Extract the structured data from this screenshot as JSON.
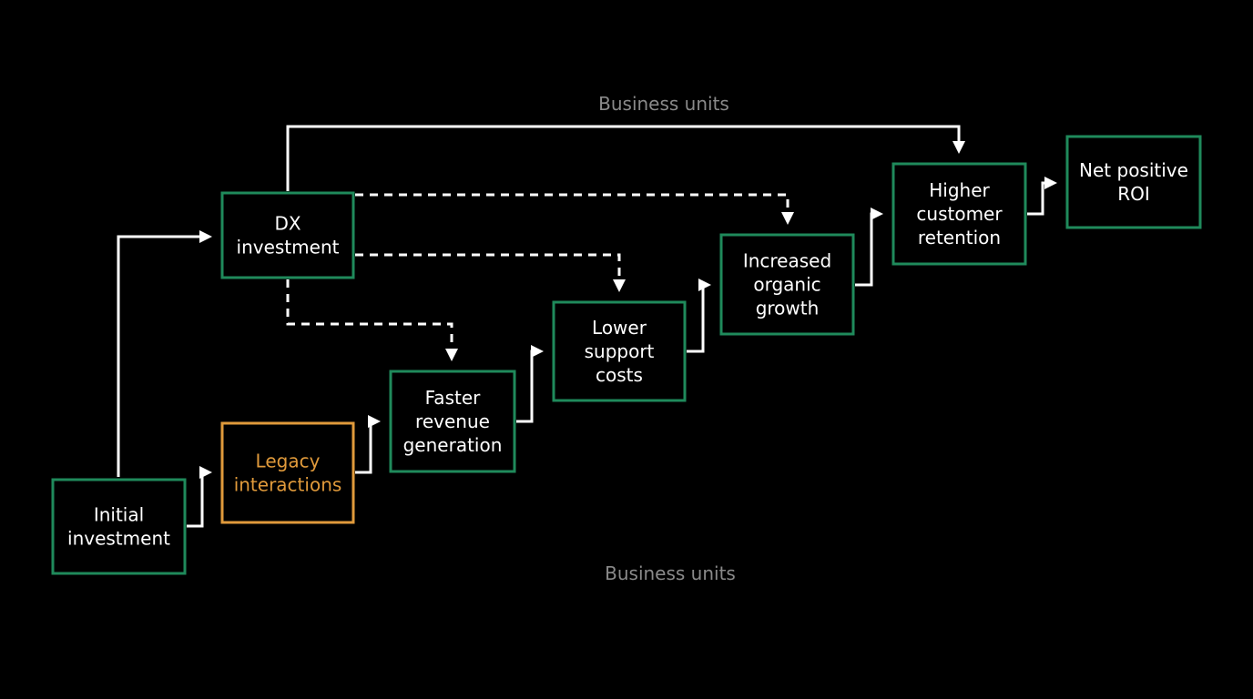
{
  "colors": {
    "background": "#000000",
    "box_border_primary": "#1f8a5b",
    "box_border_legacy": "#e09a3b",
    "text_primary": "#ffffff",
    "text_legacy": "#e09a3b",
    "band_label": "#8a8a8a",
    "connector": "#ffffff"
  },
  "band_labels": {
    "top": "Business units",
    "bottom": "Business units"
  },
  "nodes": [
    {
      "id": "initial",
      "lines": [
        "Initial",
        "investment"
      ],
      "variant": "primary"
    },
    {
      "id": "dx",
      "lines": [
        "DX",
        "investment"
      ],
      "variant": "primary"
    },
    {
      "id": "legacy",
      "lines": [
        "Legacy",
        "interactions"
      ],
      "variant": "legacy"
    },
    {
      "id": "revenue",
      "lines": [
        "Faster",
        "revenue",
        "generation"
      ],
      "variant": "primary"
    },
    {
      "id": "support",
      "lines": [
        "Lower",
        "support",
        "costs"
      ],
      "variant": "primary"
    },
    {
      "id": "organic",
      "lines": [
        "Increased",
        "organic",
        "growth"
      ],
      "variant": "primary"
    },
    {
      "id": "retention",
      "lines": [
        "Higher",
        "customer",
        "retention"
      ],
      "variant": "primary"
    },
    {
      "id": "roi",
      "lines": [
        "Net positive",
        "ROI"
      ],
      "variant": "primary"
    }
  ],
  "edges": [
    {
      "from": "initial",
      "to": "dx",
      "style": "solid"
    },
    {
      "from": "initial",
      "to": "legacy",
      "style": "solid"
    },
    {
      "from": "legacy",
      "to": "revenue",
      "style": "solid"
    },
    {
      "from": "revenue",
      "to": "support",
      "style": "solid"
    },
    {
      "from": "support",
      "to": "organic",
      "style": "solid"
    },
    {
      "from": "organic",
      "to": "retention",
      "style": "solid"
    },
    {
      "from": "retention",
      "to": "roi",
      "style": "solid"
    },
    {
      "from": "dx",
      "to": "retention",
      "style": "solid"
    },
    {
      "from": "dx",
      "to": "organic",
      "style": "dashed"
    },
    {
      "from": "dx",
      "to": "support",
      "style": "dashed"
    },
    {
      "from": "dx",
      "to": "revenue",
      "style": "dashed"
    }
  ]
}
